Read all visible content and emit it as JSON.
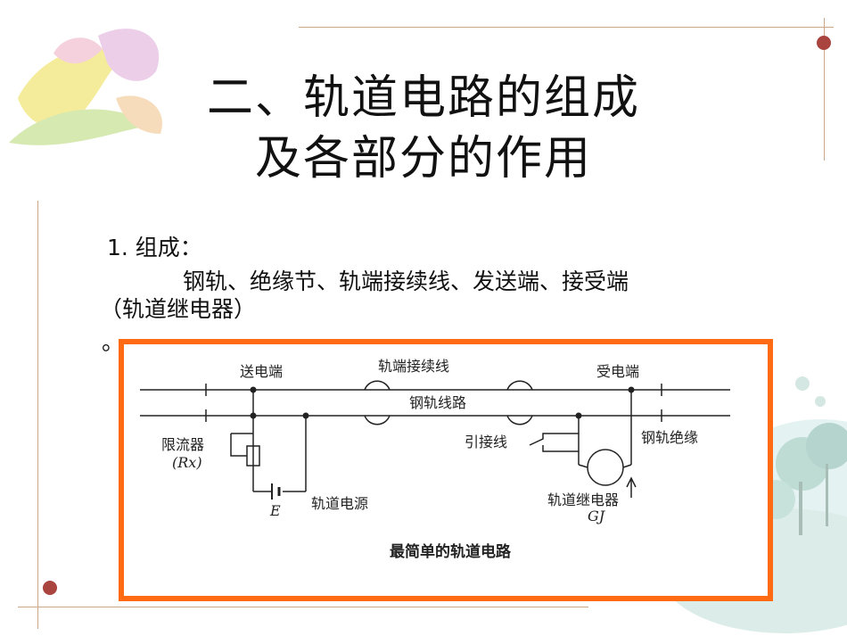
{
  "slide": {
    "title_line1": "二、轨道电路的组成",
    "title_line2": "及各部分的作用",
    "section_heading": "1. 组成：",
    "components_text": "钢轨、绝缘节、轨端接续线、发送端、接受端",
    "components_text_cont": "（轨道继电器）",
    "trailing_mark": "。"
  },
  "diagram": {
    "caption": "最简单的轨道电路",
    "label_send_end": "送电端",
    "label_rail_joint_wire": "轨端接续线",
    "label_receive_end": "受电端",
    "label_rail_line": "钢轨线路",
    "label_limiter": "限流器",
    "label_limiter_symbol": "(Rx)",
    "label_lead_wire": "引接线",
    "label_rail_insulation": "钢轨绝缘",
    "label_power": "轨道电源",
    "label_power_symbol": "E",
    "label_relay": "轨道继电器",
    "label_relay_symbol": "GJ"
  },
  "colors": {
    "frame_border": "#ff6a13",
    "decor_line": "#c9a98a",
    "decor_dot": "#a9443f"
  }
}
